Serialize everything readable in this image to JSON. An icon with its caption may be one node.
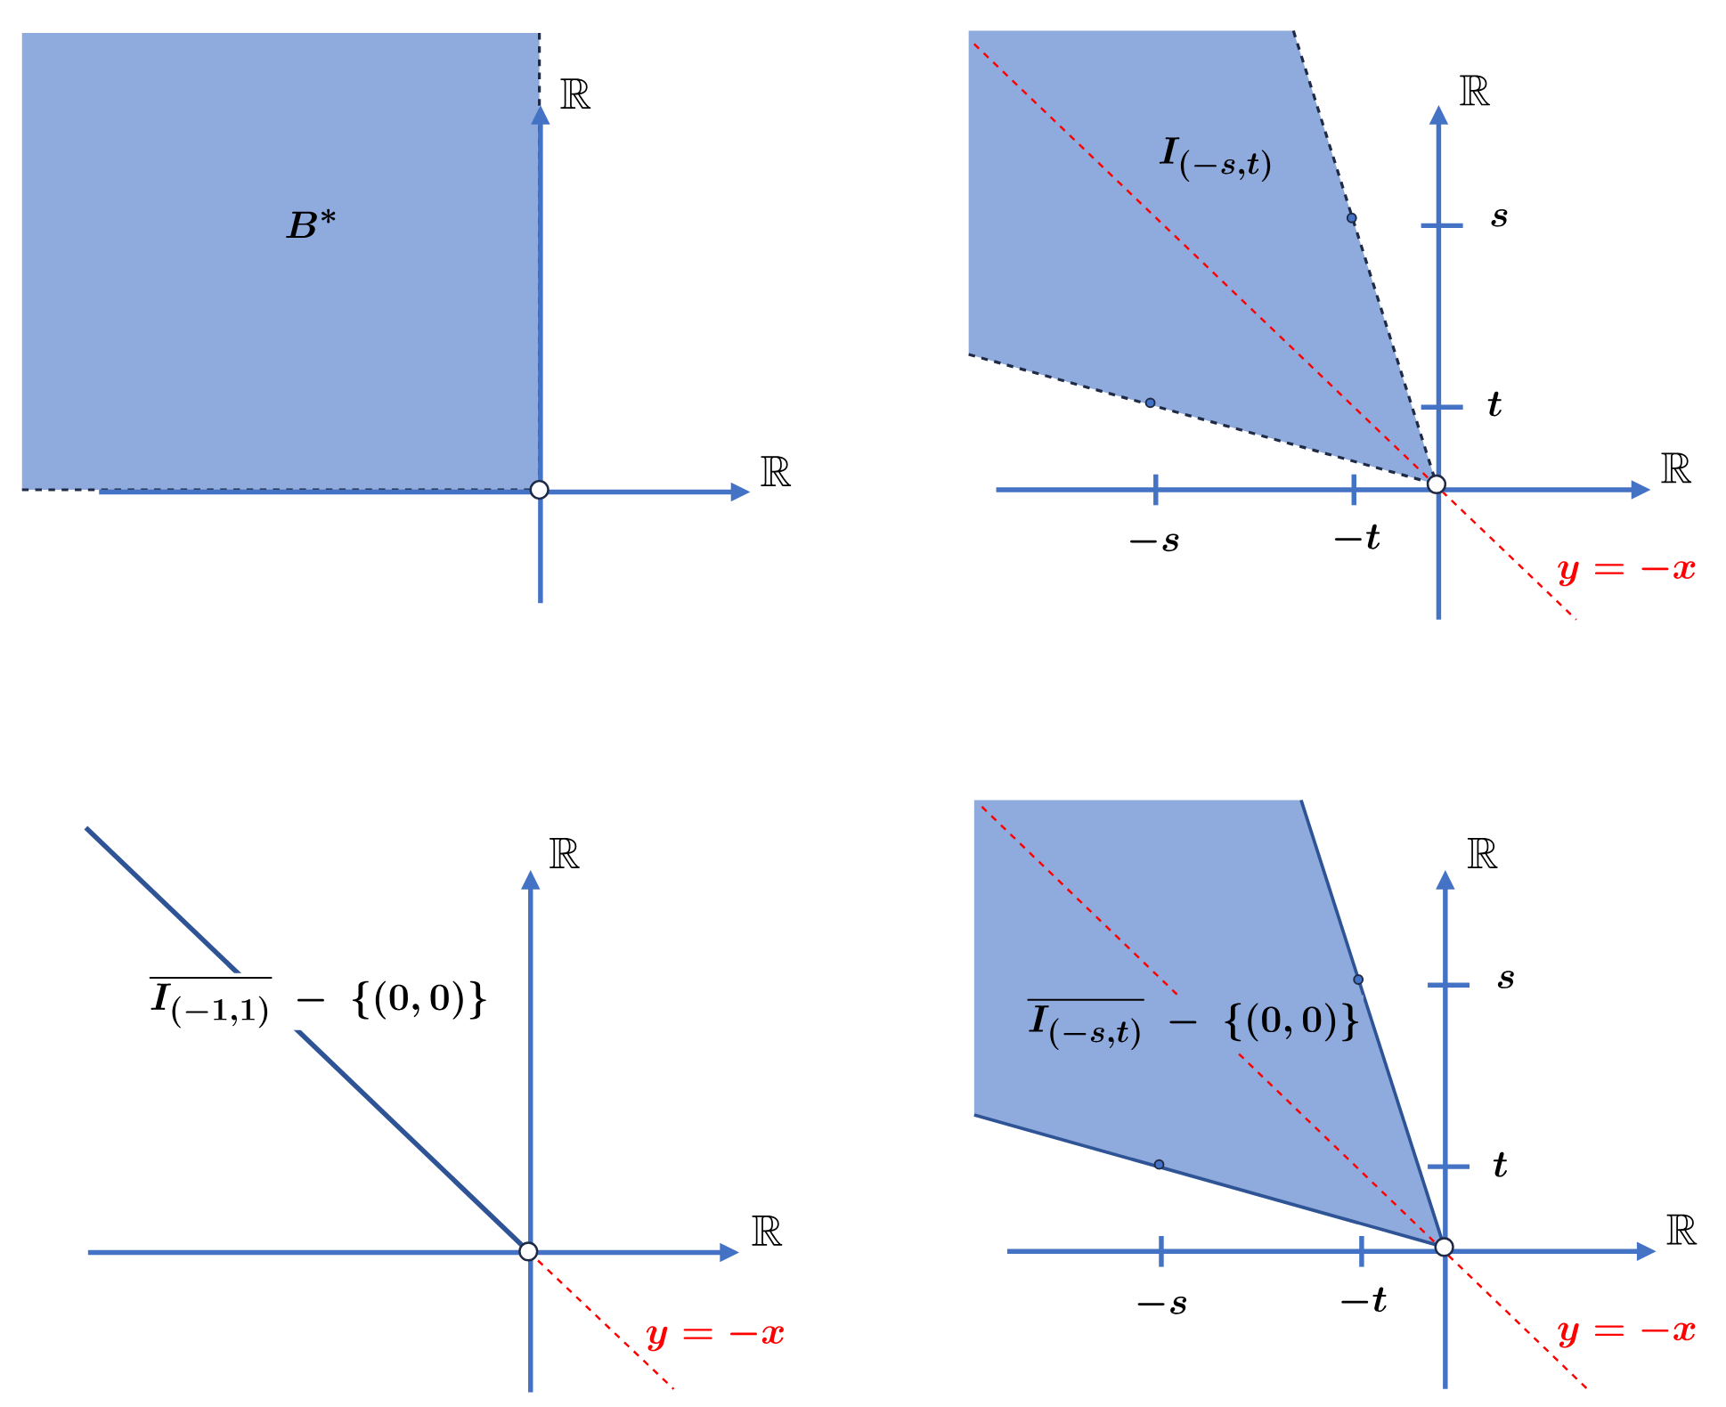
{
  "diagram": {
    "labels": [
      "\\mathbb{R}",
      "B^*",
      "\\mathbb{R}",
      "\\mathbb{R}",
      "I_{(-s,t)}",
      "s",
      "t",
      "\\mathbb{R}",
      "-s",
      "-t",
      "y=-x",
      "\\mathbb{R}",
      "\\overline{I_{(-1,1)}}\\;-\\;\\{(0,0)\\}",
      "\\mathbb{R}",
      "y=-x",
      "\\mathbb{R}",
      "s",
      "\\overline{I_{(-s,t)}}\\;-\\;\\{(0,0)\\}",
      "t",
      "\\mathbb{R}",
      "-s",
      "-t",
      "y=-x"
    ]
  }
}
